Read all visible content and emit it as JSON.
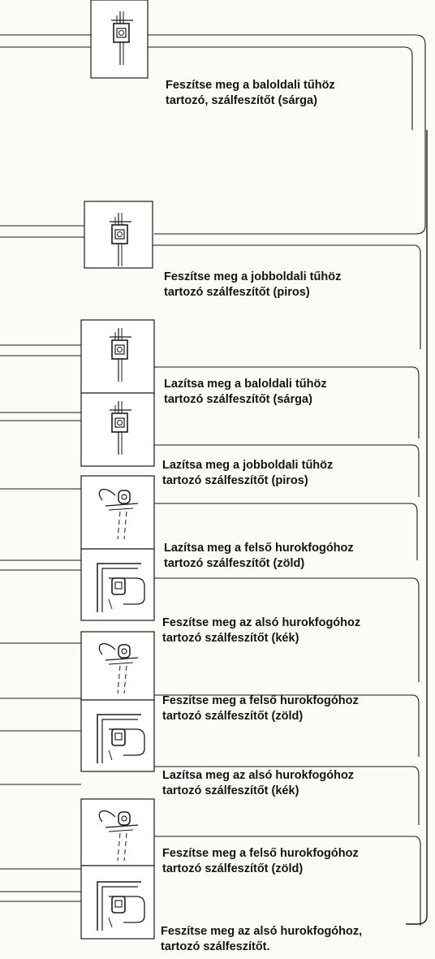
{
  "instructions": [
    {
      "line1": "Feszítse meg a baloldali tűhöz",
      "line2": "tartozó, szálfeszítőt (sárga)"
    },
    {
      "line1": "Feszítse meg a jobboldali tűhöz",
      "line2": "tartozó szálfeszítőt (piros)"
    },
    {
      "line1": "Lazítsa meg a baloldali tűhöz",
      "line2": "tartozó szálfeszítőt (sárga)"
    },
    {
      "line1": "Lazítsa meg a jobboldali tűhöz",
      "line2": "tartozó szálfeszítőt (piros)"
    },
    {
      "line1": "Lazítsa meg a felső hurokfogóhoz",
      "line2": "tartozó szálfeszítőt (zöld)"
    },
    {
      "line1": "Feszítse meg az alsó hurokfogóhoz",
      "line2": "tartozó szálfeszítőt (kék)"
    },
    {
      "line1": "Feszítse meg a felső hurokfogóhoz",
      "line2": "tartozó szálfeszítőt (zöld)"
    },
    {
      "line1": "Lazítsa meg az alsó hurokfogóhoz",
      "line2": "tartozó szálfeszítőt (kék)"
    },
    {
      "line1": "Feszítse meg a felső hurokfogóhoz",
      "line2": "tartozó szálfeszítőt (zöld)"
    },
    {
      "line1": "Feszítse meg az alsó hurokfogóhoz,",
      "line2": "tartozó szálfeszítőt."
    }
  ],
  "diagram_icons": [
    "needle-tensioner-icon",
    "needle-tensioner-icon",
    "needle-tensioner-icon",
    "needle-tensioner-icon",
    "upper-looper-icon",
    "lower-looper-icon",
    "upper-looper-icon",
    "lower-looper-icon",
    "upper-looper-icon",
    "lower-looper-icon"
  ],
  "colors": {
    "ink": "#1a1a1a",
    "paper": "#fbfbf8"
  }
}
